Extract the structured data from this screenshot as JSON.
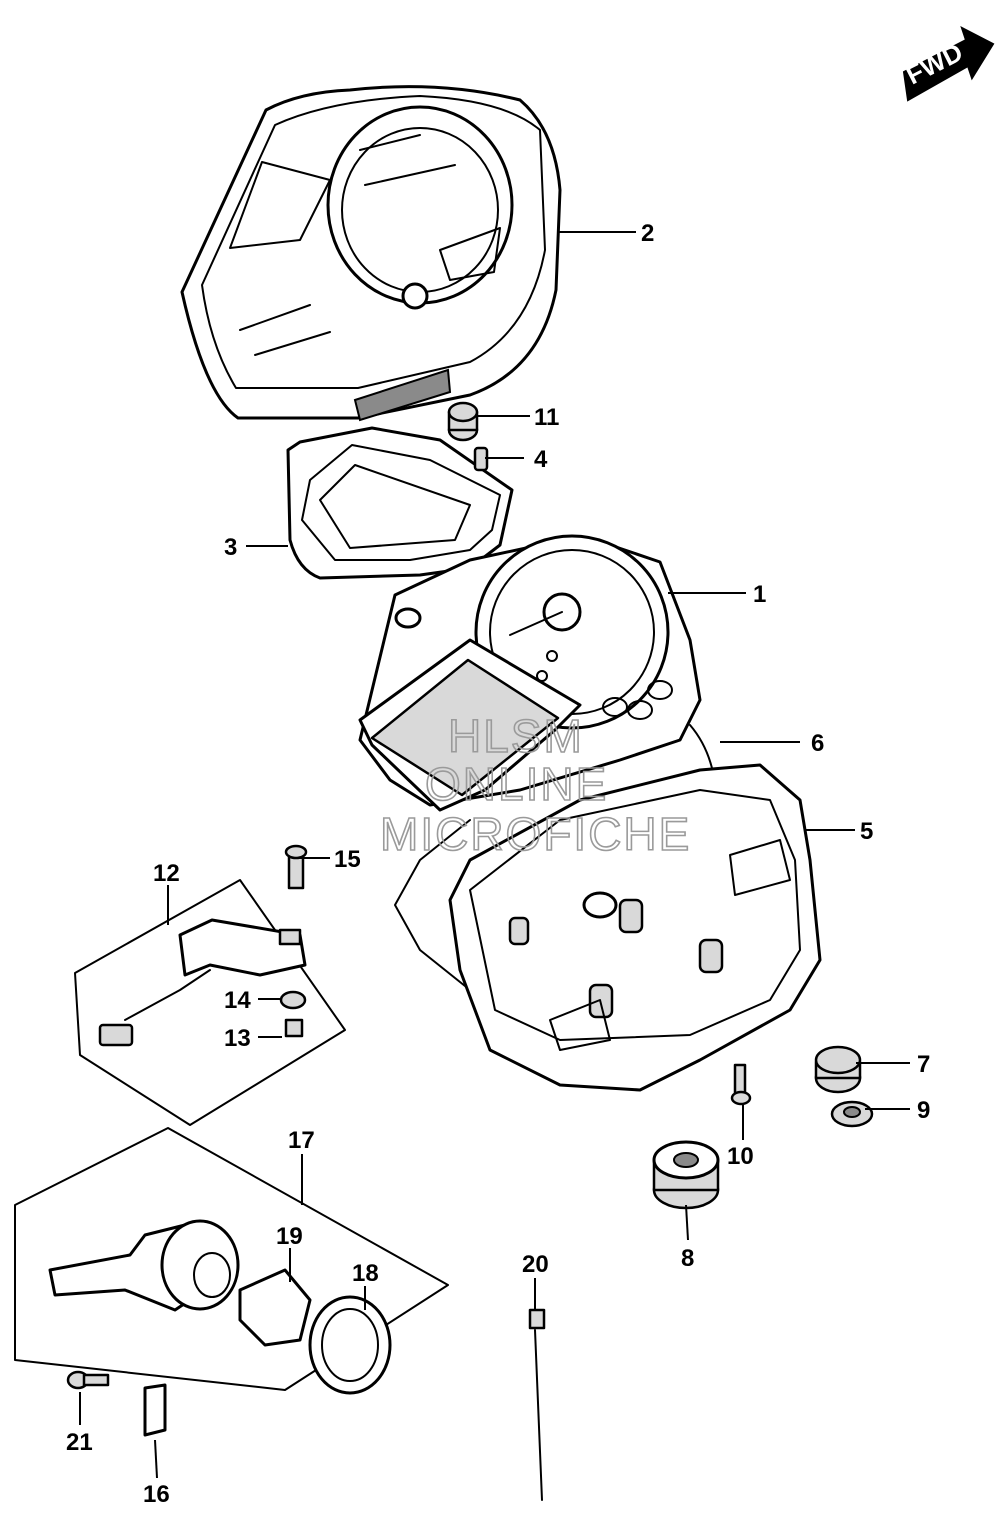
{
  "direction_badge": "FWD",
  "watermark": [
    "HLSM",
    "ONLINE",
    "MICROFICHE"
  ],
  "callouts": [
    "1",
    "2",
    "3",
    "4",
    "5",
    "6",
    "7",
    "8",
    "9",
    "10",
    "11",
    "12",
    "13",
    "14",
    "15",
    "16",
    "17",
    "18",
    "19",
    "20",
    "21"
  ]
}
